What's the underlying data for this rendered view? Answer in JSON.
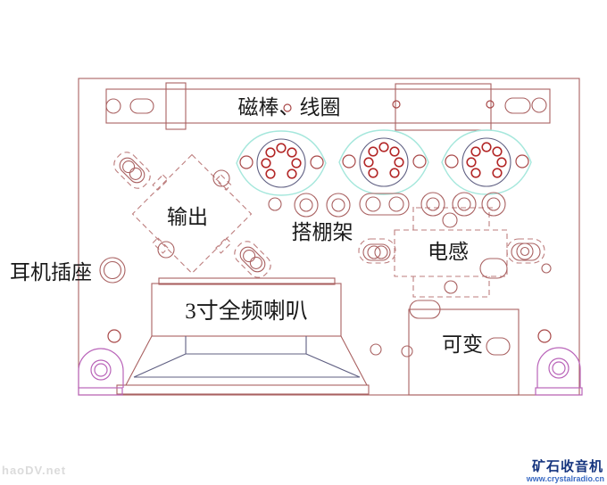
{
  "diagram": {
    "ferrite_bar_label": "磁棒、线圈",
    "output_label": "输出",
    "scaffold_label": "搭棚架",
    "inductor_label": "电感",
    "headphone_label": "耳机插座",
    "speaker_label": "3寸全频喇叭",
    "variable_label": "可变"
  },
  "watermark": "haoDV.net",
  "logo": {
    "name": "矿石收音机",
    "url": "www.crystalradio.cn"
  },
  "colors": {
    "chassis_line": "#a96161",
    "dashed_line": "#bd7e7e",
    "socket_pin_red": "#b32828",
    "hole_red": "#a84848",
    "socket_ring_navy": "#5f5f82",
    "socket_pad_cyan": "#a5e7dc",
    "bracket_magenta": "#b964b9",
    "label_black": "#1a1a1a",
    "logo_blue": "#16357f",
    "url_blue": "#3a6bc4",
    "watermark_gray": "#dbdbdb"
  }
}
